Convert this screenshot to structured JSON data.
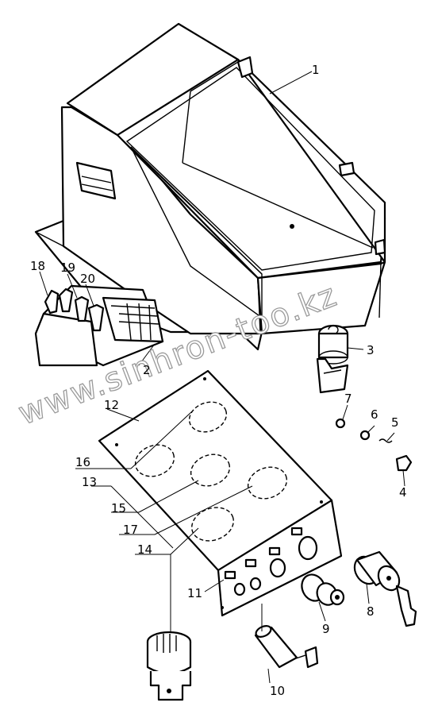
{
  "watermark": "www.sinhron-too.kz",
  "callouts": {
    "c1": "1",
    "c2": "2",
    "c3": "3",
    "c4": "4",
    "c5": "5",
    "c6": "6",
    "c7": "7",
    "c8": "8",
    "c9": "9",
    "c10": "10",
    "c11": "11",
    "c12": "12",
    "c13": "13",
    "c14": "14",
    "c15": "15",
    "c16": "16",
    "c17": "17",
    "c18": "18",
    "c19": "19",
    "c20": "20"
  }
}
